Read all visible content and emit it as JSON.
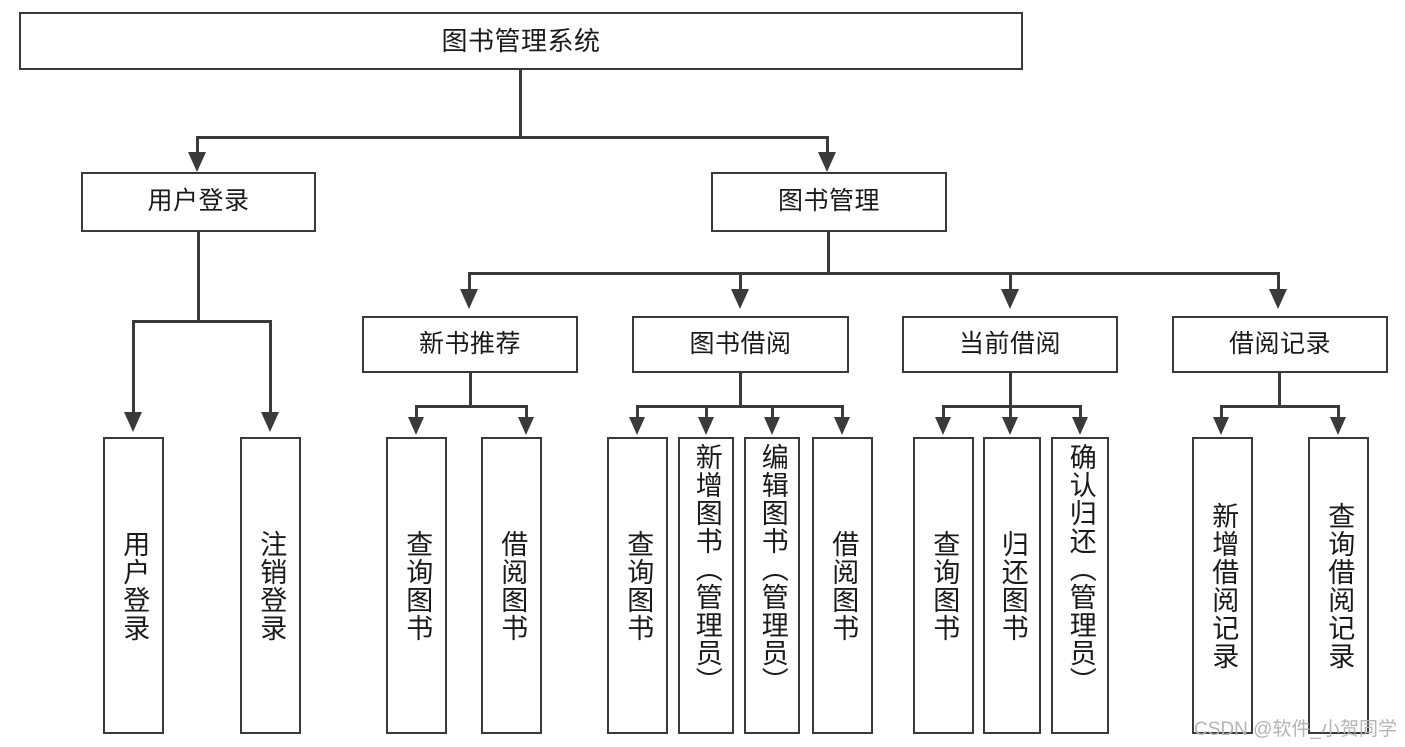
{
  "diagram": {
    "title": "图书管理系统",
    "type": "tree-hierarchy-chart",
    "root": {
      "id": "root",
      "label": "图书管理系统"
    },
    "level2": [
      {
        "id": "user-login",
        "label": "用户登录"
      },
      {
        "id": "book-manage",
        "label": "图书管理"
      }
    ],
    "level3": [
      {
        "id": "new-book-rec",
        "label": "新书推荐"
      },
      {
        "id": "book-borrow",
        "label": "图书借阅"
      },
      {
        "id": "current-borrow",
        "label": "当前借阅"
      },
      {
        "id": "borrow-record",
        "label": "借阅记录"
      }
    ],
    "leaves": {
      "user_login": [
        {
          "id": "leaf-user-login",
          "label": "用户登录"
        },
        {
          "id": "leaf-logout-login",
          "label": "注销登录"
        }
      ],
      "new_book_rec": [
        {
          "id": "leaf-query-book-1",
          "label": "查询图书"
        },
        {
          "id": "leaf-borrow-book-1",
          "label": "借阅图书"
        }
      ],
      "book_borrow": [
        {
          "id": "leaf-query-book-2",
          "label": "查询图书"
        },
        {
          "id": "leaf-add-book",
          "label": "新增图书（管理员）"
        },
        {
          "id": "leaf-edit-book",
          "label": "编辑图书（管理员）"
        },
        {
          "id": "leaf-borrow-book-2",
          "label": "借阅图书"
        }
      ],
      "current_borrow": [
        {
          "id": "leaf-query-book-3",
          "label": "查询图书"
        },
        {
          "id": "leaf-return-book",
          "label": "归还图书"
        },
        {
          "id": "leaf-confirm-return",
          "label": "确认归还（管理员）"
        }
      ],
      "borrow_record": [
        {
          "id": "leaf-add-record",
          "label": "新增借阅记录"
        },
        {
          "id": "leaf-query-record",
          "label": "查询借阅记录"
        }
      ]
    }
  },
  "watermark": {
    "text": "CSDN @软件_小贺同学"
  },
  "colors": {
    "stroke": "#3a3a3a",
    "fill": "#ffffff",
    "text": "#1a1a1a",
    "watermark": "#b4b4b4"
  }
}
